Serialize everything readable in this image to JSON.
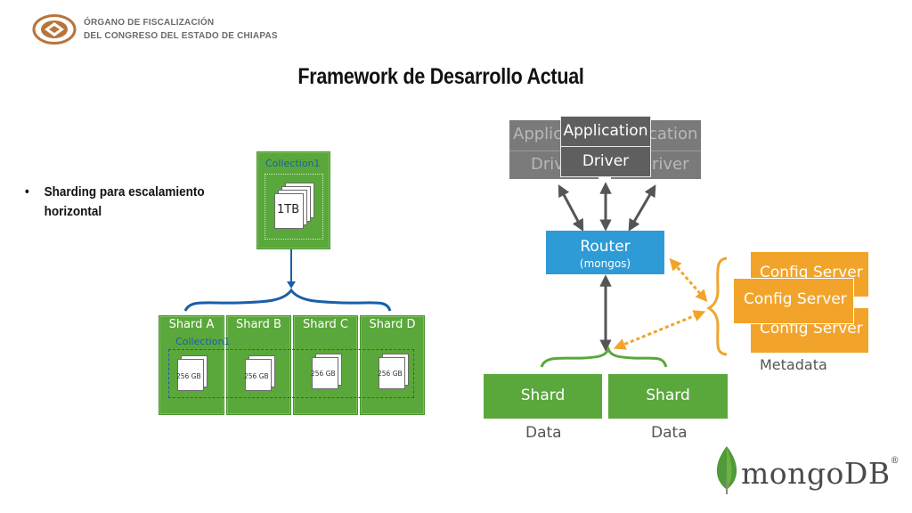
{
  "header": {
    "org_line1": "ÓRGANO DE FISCALIZACIÓN",
    "org_line2": "DEL CONGRESO DEL ESTADO DE CHIAPAS"
  },
  "slide": {
    "title": "Framework de Desarrollo Actual",
    "bullet_symbol": "•",
    "bullet_text": "Sharding para escalamiento horizontal"
  },
  "left_diagram": {
    "collection_top": {
      "label": "Collection1",
      "size": "1TB"
    },
    "shards": [
      {
        "label": "Shard A",
        "size": "256 GB"
      },
      {
        "label": "Shard B",
        "size": "256 GB"
      },
      {
        "label": "Shard C",
        "size": "256 GB"
      },
      {
        "label": "Shard D",
        "size": "256 GB"
      }
    ],
    "collection_bottom": "Collection1",
    "colors": {
      "green": "#5aa83b",
      "blue": "#1a5fa8"
    }
  },
  "right_diagram": {
    "app_back_left": {
      "line1": "Applic",
      "line2": "Drive"
    },
    "app_back_right": {
      "line1": "lication",
      "line2": "river"
    },
    "app_front": {
      "application": "Application",
      "driver": "Driver"
    },
    "router": {
      "label": "Router",
      "sublabel": "(mongos)"
    },
    "shards": [
      {
        "label": "Shard",
        "data": "Data"
      },
      {
        "label": "Shard",
        "data": "Data"
      }
    ],
    "config_servers": [
      "Config Server",
      "Config Server",
      "Config Server"
    ],
    "metadata_label": "Metadata",
    "colors": {
      "router": "#2f9bd6",
      "config": "#f2a42a",
      "shard": "#5aa83b",
      "gray": "#7a7a7a"
    }
  },
  "logo": {
    "text": "mongoDB",
    "registered": "®"
  }
}
